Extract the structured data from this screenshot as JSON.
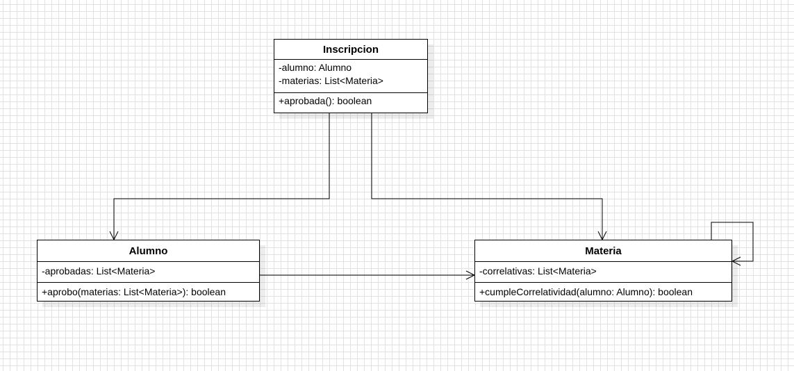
{
  "diagram": {
    "type": "uml-class-diagram",
    "classes": {
      "inscripcion": {
        "name": "Inscripcion",
        "attributes": [
          "-alumno: Alumno",
          "-materias: List<Materia>"
        ],
        "methods": [
          "+aprobada(): boolean"
        ]
      },
      "alumno": {
        "name": "Alumno",
        "attributes": [
          "-aprobadas: List<Materia>"
        ],
        "methods": [
          "+aprobo(materias: List<Materia>): boolean"
        ]
      },
      "materia": {
        "name": "Materia",
        "attributes": [
          "-correlativas: List<Materia>"
        ],
        "methods": [
          "+cumpleCorrelatividad(alumno: Alumno): boolean"
        ]
      }
    },
    "associations": [
      {
        "from": "Inscripcion",
        "to": "Alumno",
        "type": "directed-association"
      },
      {
        "from": "Inscripcion",
        "to": "Materia",
        "type": "directed-association"
      },
      {
        "from": "Alumno",
        "to": "Materia",
        "type": "directed-association"
      },
      {
        "from": "Materia",
        "to": "Materia",
        "type": "self-association"
      }
    ]
  }
}
